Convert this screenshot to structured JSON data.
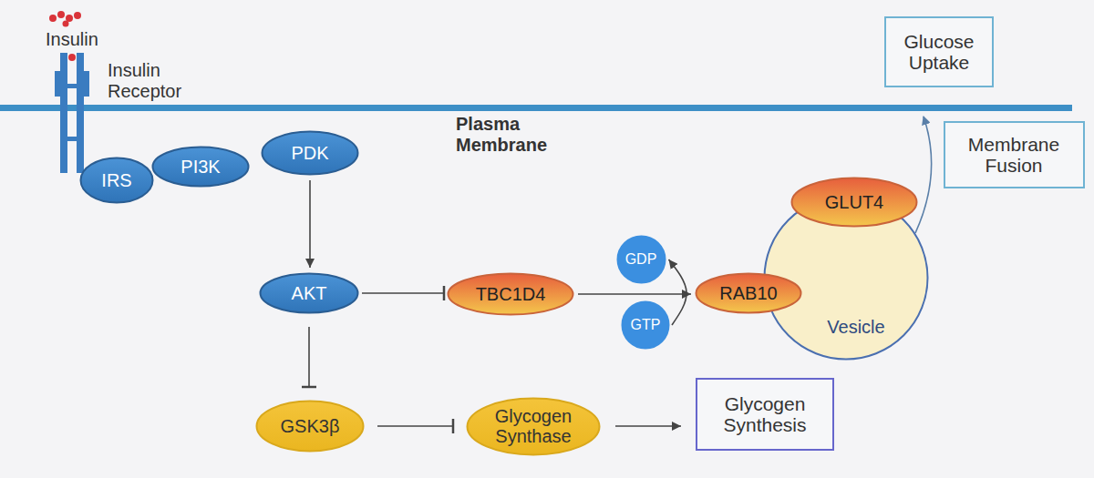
{
  "diagram": {
    "nodes": [
      {
        "text": [
          "Glucose Uptake"
        ]
      },
      {
        "text": [
          "IRS"
        ]
      },
      {
        "text": [
          "PI3K"
        ]
      },
      {
        "text": [
          "PDK"
        ]
      },
      {
        "text": [
          "Membrane Fusion"
        ]
      },
      {
        "text": [
          "GLUT4"
        ]
      },
      {
        "text": [
          "AKT"
        ]
      },
      {
        "text": [
          "TBC1D4"
        ]
      },
      {
        "text": [
          "GDP"
        ]
      },
      {
        "text": [
          "RAB10"
        ]
      },
      {
        "text": [
          "GTP"
        ]
      },
      {
        "text": [
          "Vesicle"
        ]
      },
      {
        "text": [
          "GSK3β"
        ]
      },
      {
        "text": [
          "Glycogen Synthase"
        ]
      },
      {
        "text": [
          "Glycogen Synthesis"
        ]
      }
    ],
    "edges": [
      {
        "from": 3,
        "to": 6,
        "arrow": "to"
      },
      {
        "from": 6,
        "to": 7,
        "arrow": "to"
      },
      {
        "from": 7,
        "to": 9,
        "arrow": "to"
      },
      {
        "from": 6,
        "to": 12,
        "arrow": "to"
      },
      {
        "from": 12,
        "to": 13,
        "arrow": "to"
      },
      {
        "from": 13,
        "to": 14,
        "arrow": "to"
      },
      {
        "from": 10,
        "to": 8,
        "arrow": "to"
      }
    ],
    "labels": [
      "Insulin",
      "Insulin Receptor",
      "Plasma Membrane"
    ]
  }
}
